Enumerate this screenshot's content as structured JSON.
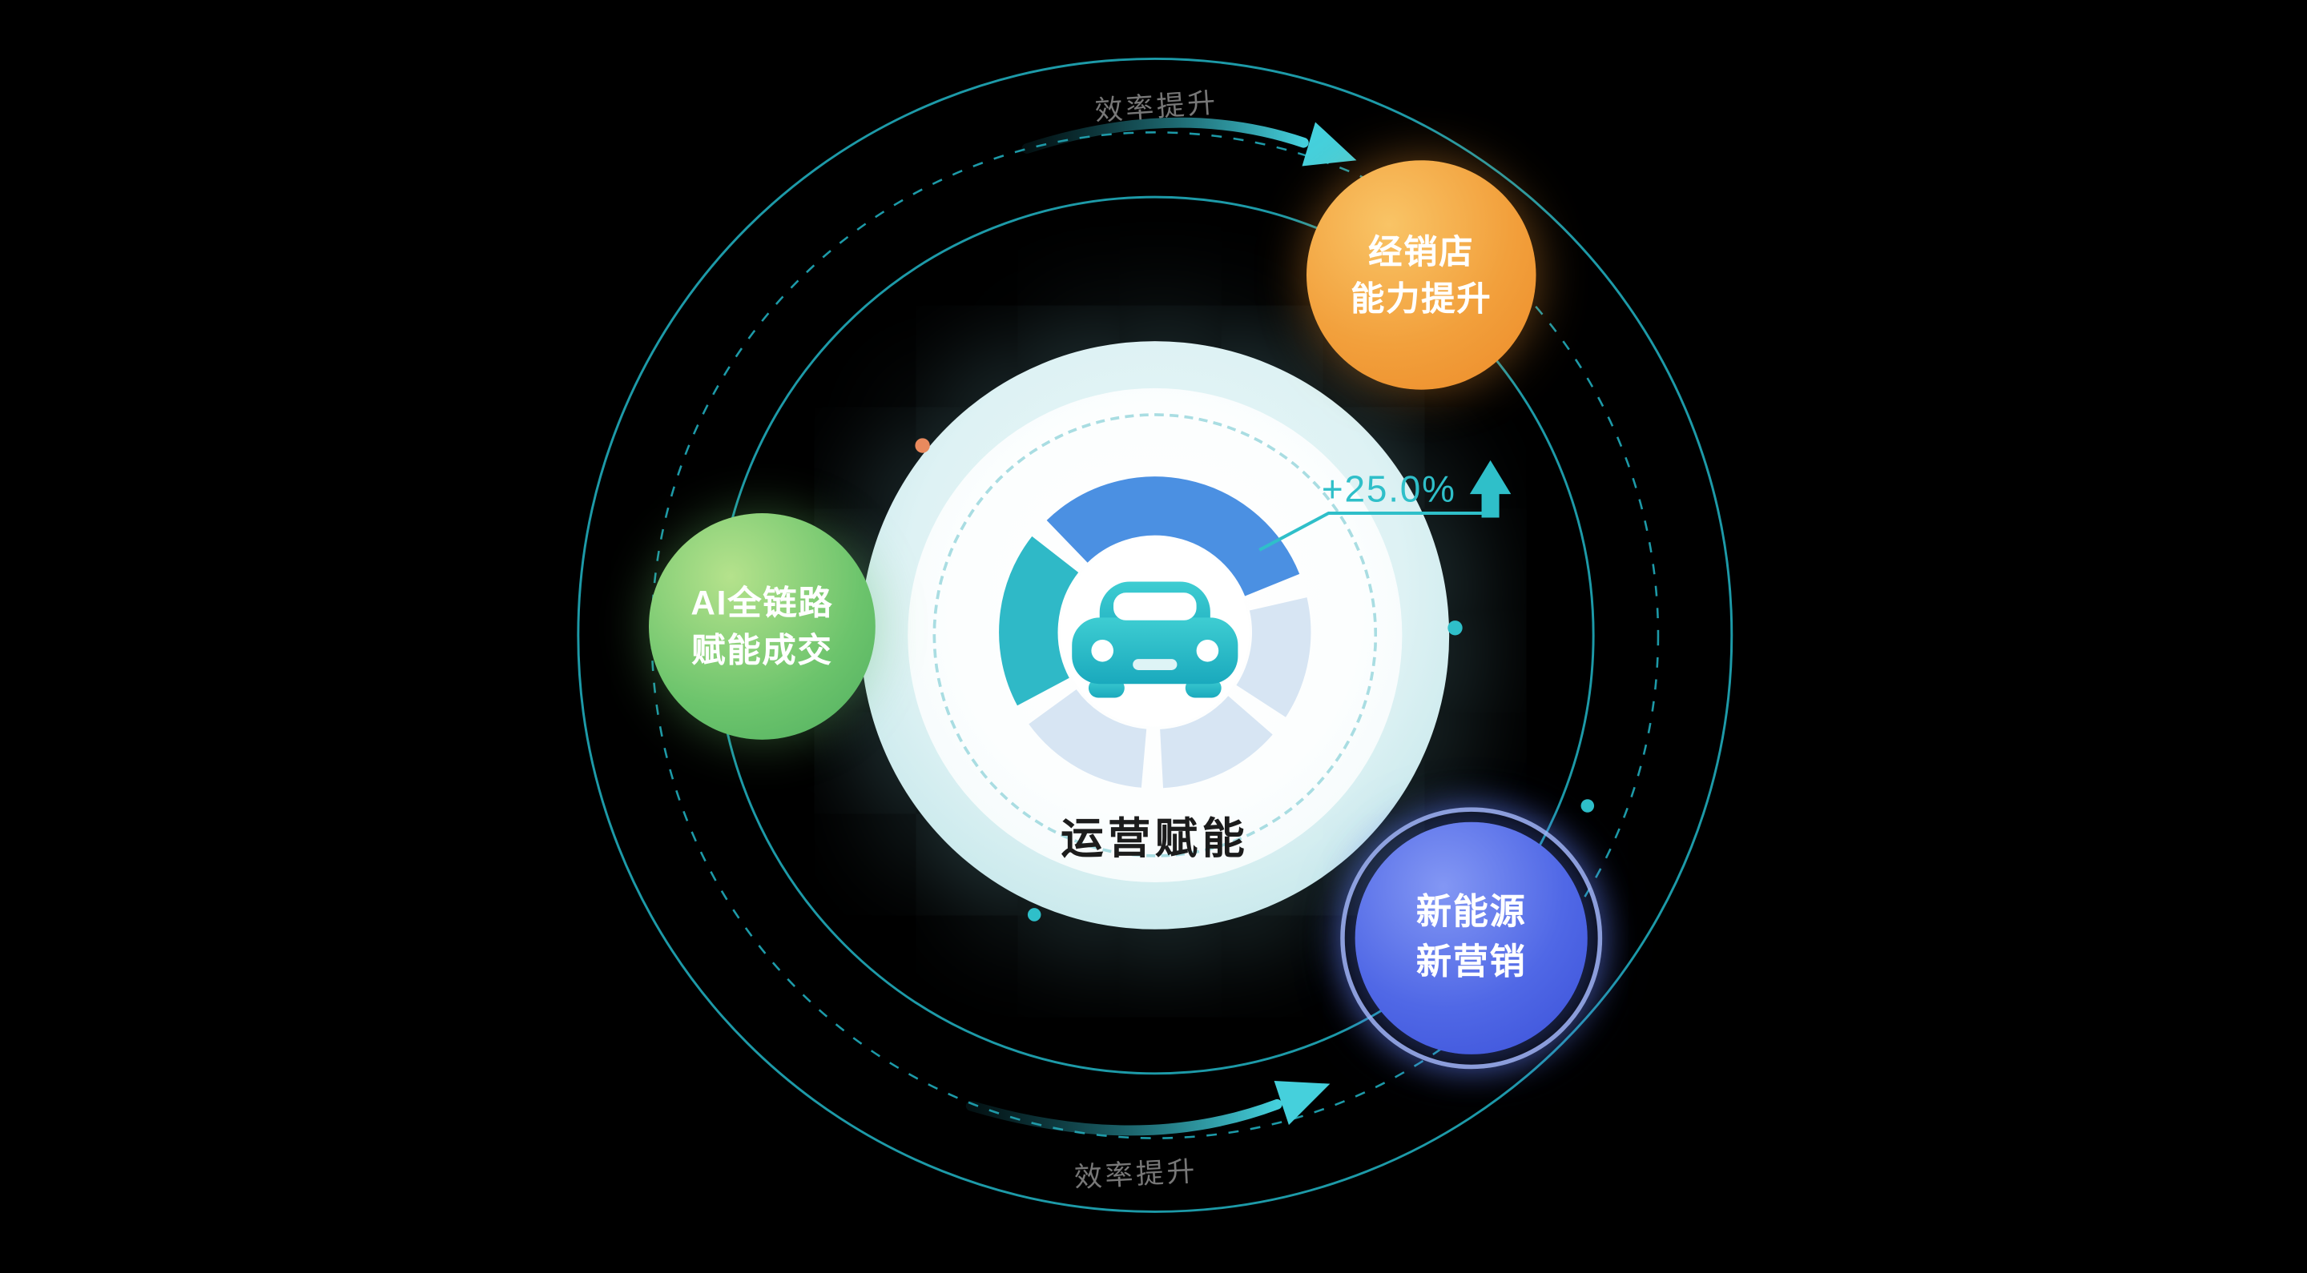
{
  "center": {
    "label": "运营赋能",
    "metric": "+25.0%",
    "icon": "car-icon"
  },
  "orbit_labels": {
    "top": "效率提升",
    "bottom": "效率提升"
  },
  "bubbles": {
    "dealer": {
      "line1": "经销店",
      "line2": "能力提升"
    },
    "ai": {
      "line1": "AI全链路",
      "line2": "赋能成交"
    },
    "nev": {
      "line1": "新能源",
      "line2": "新营销"
    }
  },
  "colors": {
    "background": "#000000",
    "orbit_stroke": "#1d9aa8",
    "accent_teal": "#2fbfc9",
    "bubble_orange": "#f09a36",
    "bubble_green": "#5cbb66",
    "bubble_blue": "#4a5fe0",
    "metric_text": "#2fbfc9",
    "orbit_label_text": "#777777",
    "center_label_text": "#1c1c1c",
    "dot_orange": "#e98a5e"
  },
  "icons": {
    "center": "car-icon",
    "gauge": "gauge-ring-icon",
    "metric_arrow": "up-arrow-icon",
    "top_arrow": "curved-arrow-icon",
    "bottom_arrow": "curved-arrow-icon"
  }
}
